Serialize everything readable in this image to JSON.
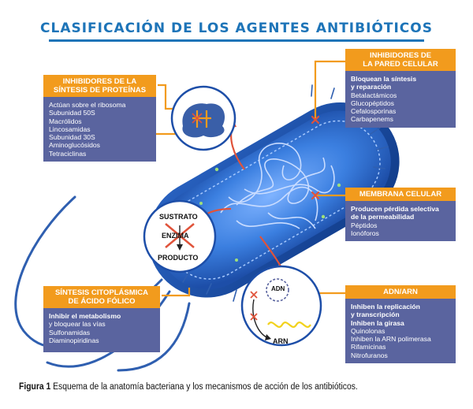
{
  "title": "CLASIFICACIÓN DE LOS AGENTES ANTIBIÓTICOS",
  "boxes": {
    "proteinas": {
      "header": [
        "INHIBIDORES DE LA",
        "SÍNTESIS DE PROTEÍNAS"
      ],
      "bold": [],
      "items": [
        "Actúan sobre el ribosoma",
        "Subunidad 50S",
        "Macrólidos",
        "Lincosamidas",
        "Subunidad 30S",
        "Aminoglucósidos",
        "Tetraciclinas"
      ]
    },
    "pared": {
      "header": [
        "INHIBIDORES DE",
        "LA PARED CELULAR"
      ],
      "bold": [
        "Bloquean la síntesis",
        "y reparación"
      ],
      "items": [
        "Betalactámicos",
        "Glucopéptidos",
        "Cefalosporinas",
        "Carbapenems"
      ]
    },
    "membrana": {
      "header": [
        "MEMBRANA CELULAR"
      ],
      "bold": [
        "Producen pérdida selectiva",
        "de la permeabilidad"
      ],
      "items": [
        "Péptidos",
        "Ionóforos"
      ]
    },
    "folico": {
      "header": [
        "SÍNTESIS CITOPLÁSMICA",
        "DE ÁCIDO FÓLICO"
      ],
      "bold": [
        "Inhibir el metabolismo"
      ],
      "items": [
        "y bloquear las vías",
        "Sulfonamidas",
        "Diaminopiridinas"
      ]
    },
    "adn": {
      "header": [
        "ADN/ARN"
      ],
      "bold": [
        "Inhiben la replicación",
        "y transcripción",
        "Inhiben la girasa"
      ],
      "items": [
        "Quinolonas",
        "Inhiben la ARN polimerasa",
        "Rifamicinas",
        "Nitrofuranos"
      ]
    }
  },
  "enzyme_labels": {
    "sustrato": "SUSTRATO",
    "enzima": "ENZIMA",
    "producto": "PRODUCTO"
  },
  "dna_labels": {
    "adn": "ADN",
    "arn": "ARN"
  },
  "caption": {
    "figure": "Figura 1",
    "text": " Esquema de la anatomía bacteriana y los mecanismos de acción de los antibióticos."
  },
  "colors": {
    "title": "#1d74b8",
    "header": "#f29b1d",
    "body": "#5a649f",
    "cell": "#2f6fd0",
    "arrow": "#e0533a",
    "cross": "#e0533a"
  }
}
